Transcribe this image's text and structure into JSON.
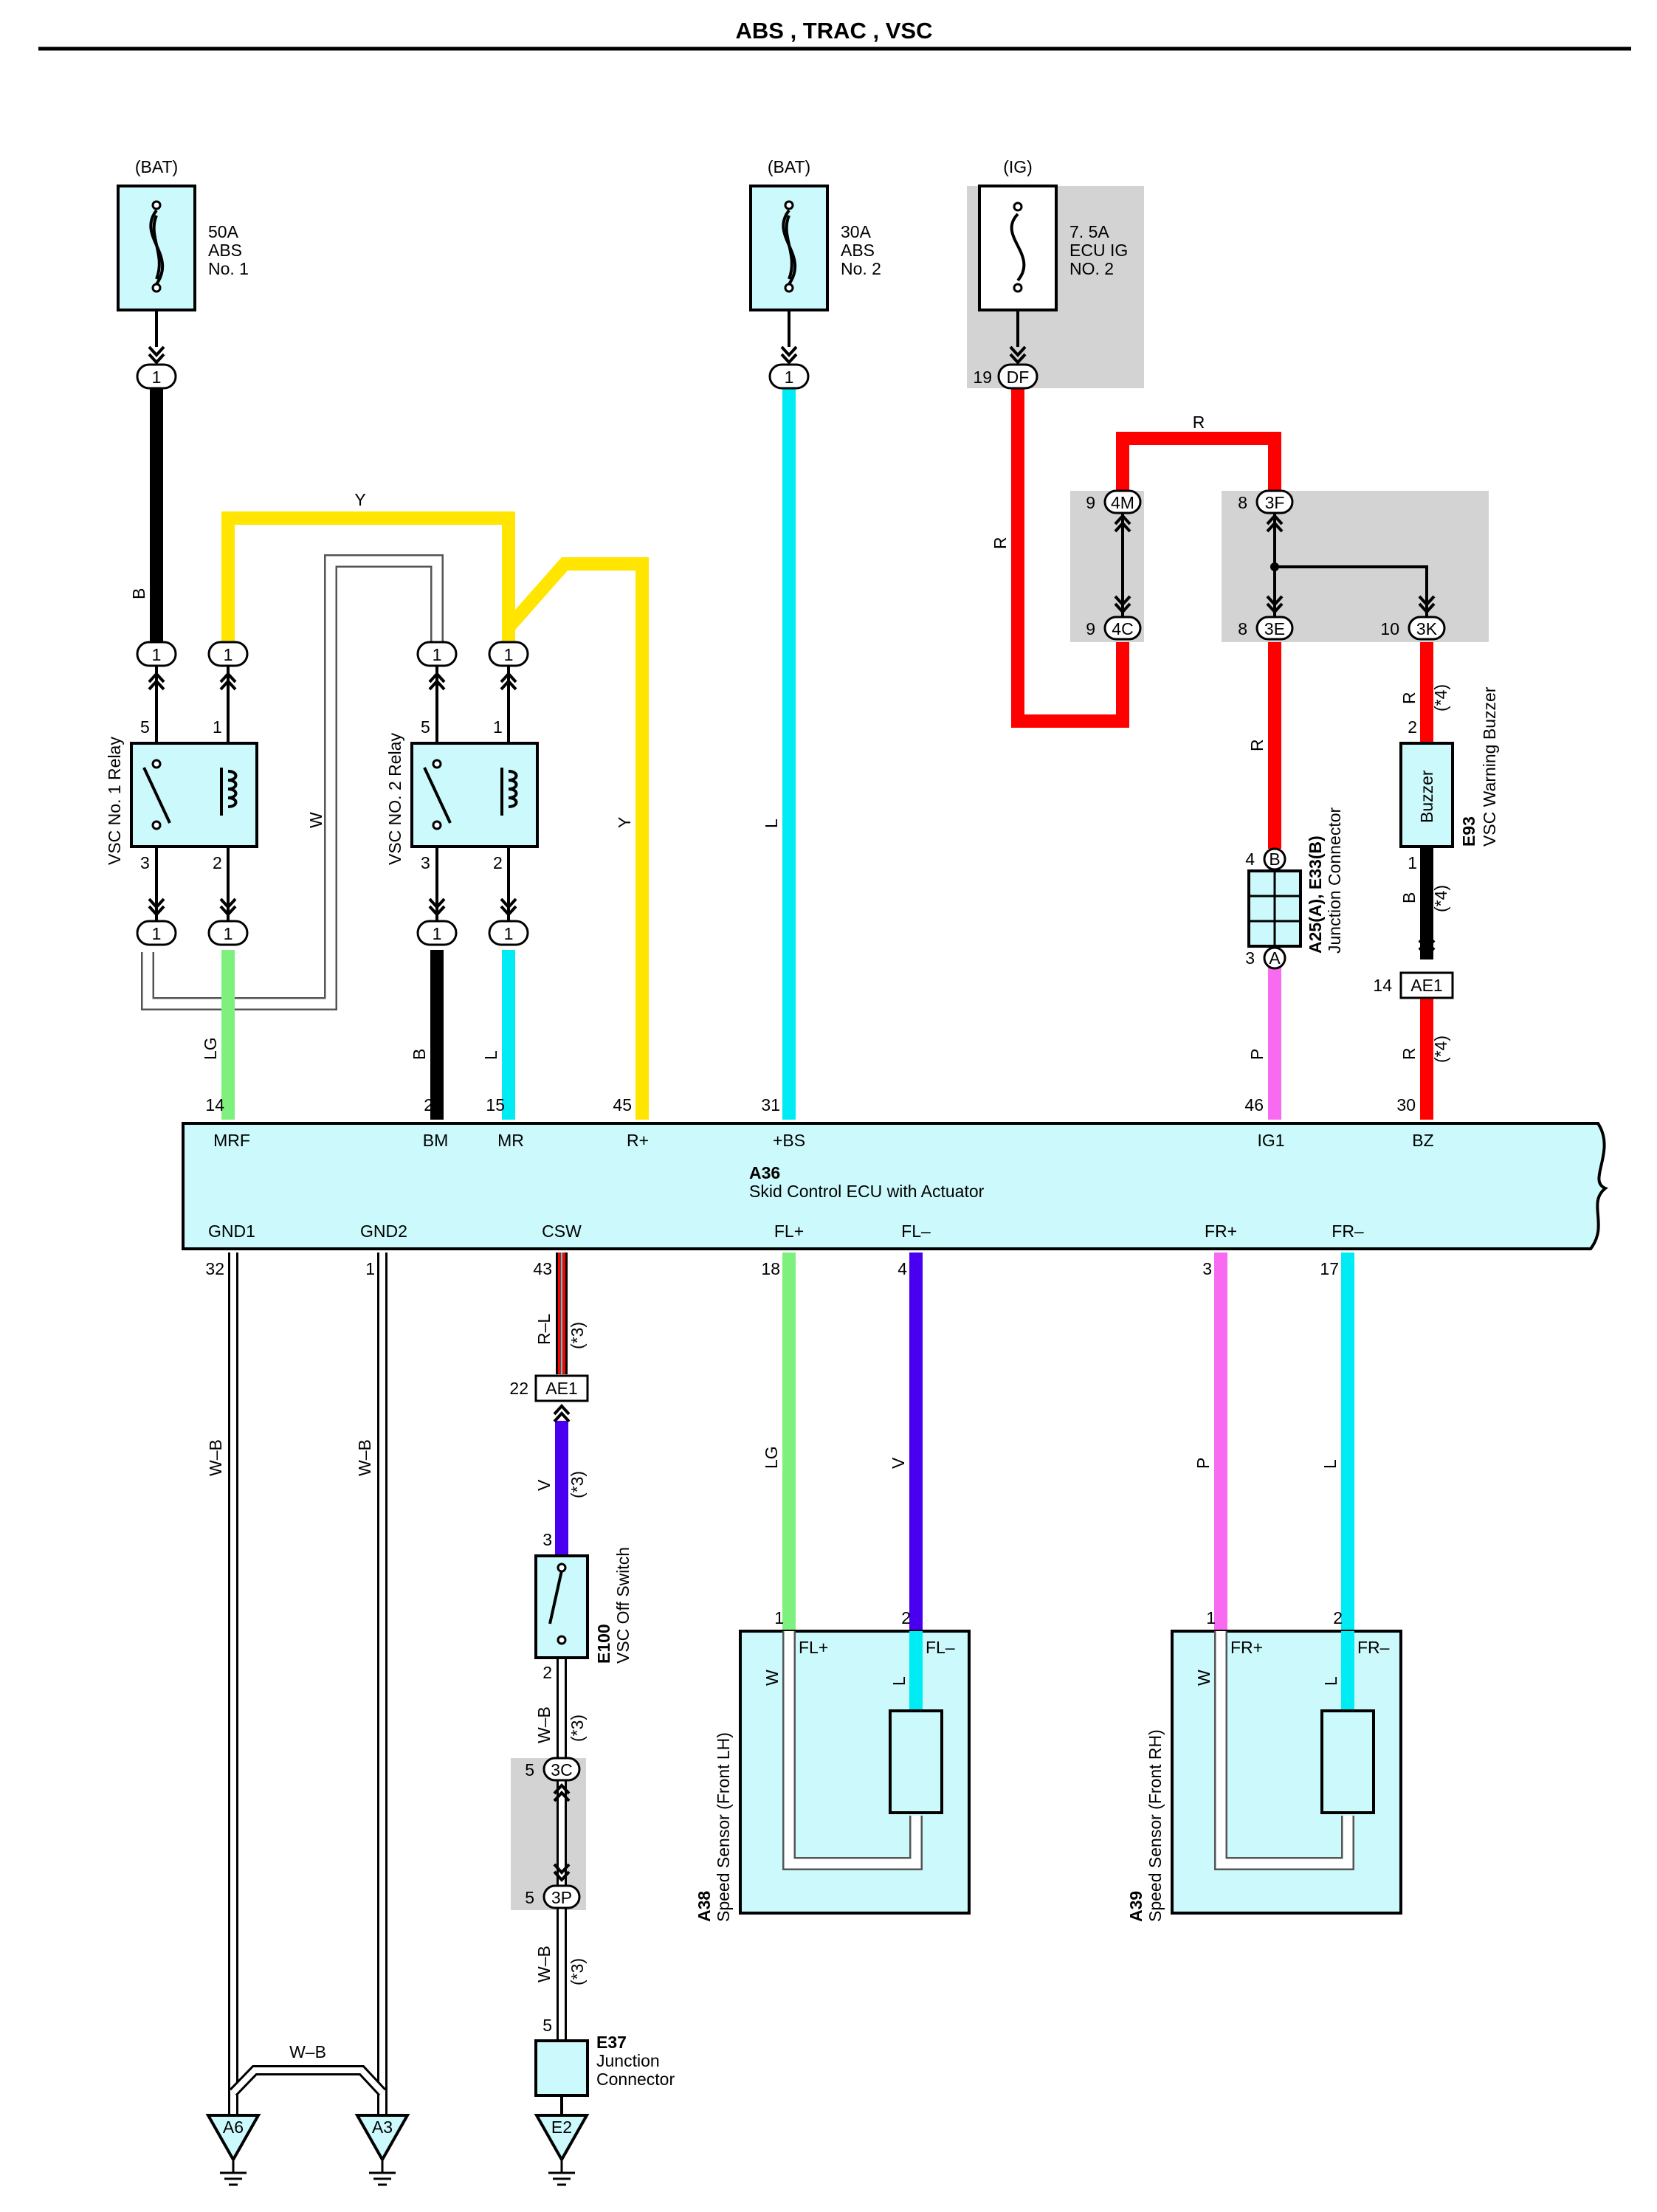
{
  "title": "ABS , TRAC , VSC",
  "colors": {
    "B": "#000000",
    "Y": "#ffe500",
    "W": "#ffffff",
    "L": "#00ecf4",
    "LG": "#7ef07e",
    "R": "#ff0000",
    "P": "#f86af0",
    "V": "#4a00f0",
    "WB": "#ffffff",
    "RL": "#ff0000",
    "box": "#ccf9fb",
    "gray": "#d3d3d3"
  },
  "power": {
    "bat1": {
      "source": "(BAT)",
      "rating": "50A",
      "name1": "ABS",
      "name2": "No. 1"
    },
    "bat2": {
      "source": "(BAT)",
      "rating": "30A",
      "name1": "ABS",
      "name2": "No. 2"
    },
    "ig": {
      "source": "(IG)",
      "rating": "7. 5A",
      "name1": "ECU IG",
      "name2": "NO. 2",
      "pin": "19",
      "conn": "DF"
    }
  },
  "relays": {
    "r1": {
      "name": "VSC No. 1 Relay",
      "p5": "5",
      "p1": "1",
      "p3": "3",
      "p2": "2"
    },
    "r2": {
      "name": "VSC NO. 2 Relay",
      "p5": "5",
      "p1": "1",
      "p3": "3",
      "p2": "2"
    }
  },
  "wire_labels": [
    "B",
    "Y",
    "W",
    "Y",
    "L",
    "R",
    "R",
    "LG",
    "B",
    "L",
    "R",
    "B",
    "R",
    "P",
    "R–L",
    "V",
    "W–B",
    "W–B",
    "W–B",
    "W–B",
    "W–B",
    "LG",
    "V",
    "P",
    "L",
    "W",
    "L",
    "W",
    "L",
    "R"
  ],
  "inline_conn": "1",
  "junction": {
    "j4m": {
      "pin": "9",
      "id": "4M"
    },
    "j4c": {
      "pin": "9",
      "id": "4C"
    },
    "j3f": {
      "pin": "8",
      "id": "3F"
    },
    "j3e": {
      "pin": "8",
      "id": "3E"
    },
    "j3k": {
      "pin": "10",
      "id": "3K"
    },
    "j3c": {
      "pin": "5",
      "id": "3C"
    },
    "j3p": {
      "pin": "5",
      "id": "3P"
    }
  },
  "a25": {
    "code": "A25(A), E33(B)",
    "name": "Junction Connector",
    "pin_b": "4",
    "b": "B",
    "pin_a": "3",
    "a": "A"
  },
  "buzzer": {
    "code": "E93",
    "name": "VSC Warning Buzzer",
    "label": "Buzzer",
    "p2": "2",
    "p1": "1"
  },
  "ae1_top": {
    "pin": "14",
    "id": "AE1"
  },
  "ae1_bottom": {
    "pin": "22",
    "id": "AE1"
  },
  "notes": {
    "n4": "(*4)",
    "n3": "(*3)"
  },
  "ecu": {
    "code": "A36",
    "name": "Skid Control ECU with Actuator",
    "top_pins": [
      {
        "num": "14",
        "label": "MRF"
      },
      {
        "num": "2",
        "label": "BM"
      },
      {
        "num": "15",
        "label": "MR"
      },
      {
        "num": "45",
        "label": "R+"
      },
      {
        "num": "31",
        "label": "+BS"
      },
      {
        "num": "46",
        "label": "IG1"
      },
      {
        "num": "30",
        "label": "BZ"
      }
    ],
    "bottom_pins": [
      {
        "num": "32",
        "label": "GND1"
      },
      {
        "num": "1",
        "label": "GND2"
      },
      {
        "num": "43",
        "label": "CSW"
      },
      {
        "num": "18",
        "label": "FL+"
      },
      {
        "num": "4",
        "label": "FL–"
      },
      {
        "num": "3",
        "label": "FR+"
      },
      {
        "num": "17",
        "label": "FR–"
      }
    ]
  },
  "vsc_switch": {
    "code": "E100",
    "name": "VSC Off Switch",
    "p3": "3",
    "p2": "2"
  },
  "e37": {
    "code": "E37",
    "name1": "Junction",
    "name2": "Connector",
    "pin": "5"
  },
  "sensor_lh": {
    "code": "A38",
    "name": "Speed Sensor (Front LH)",
    "p1": "1",
    "p2": "2",
    "t1": "FL+",
    "t2": "FL–"
  },
  "sensor_rh": {
    "code": "A39",
    "name": "Speed Sensor (Front RH)",
    "p1": "1",
    "p2": "2",
    "t1": "FR+",
    "t2": "FR–"
  },
  "grounds": [
    "A6",
    "A3",
    "E2"
  ]
}
